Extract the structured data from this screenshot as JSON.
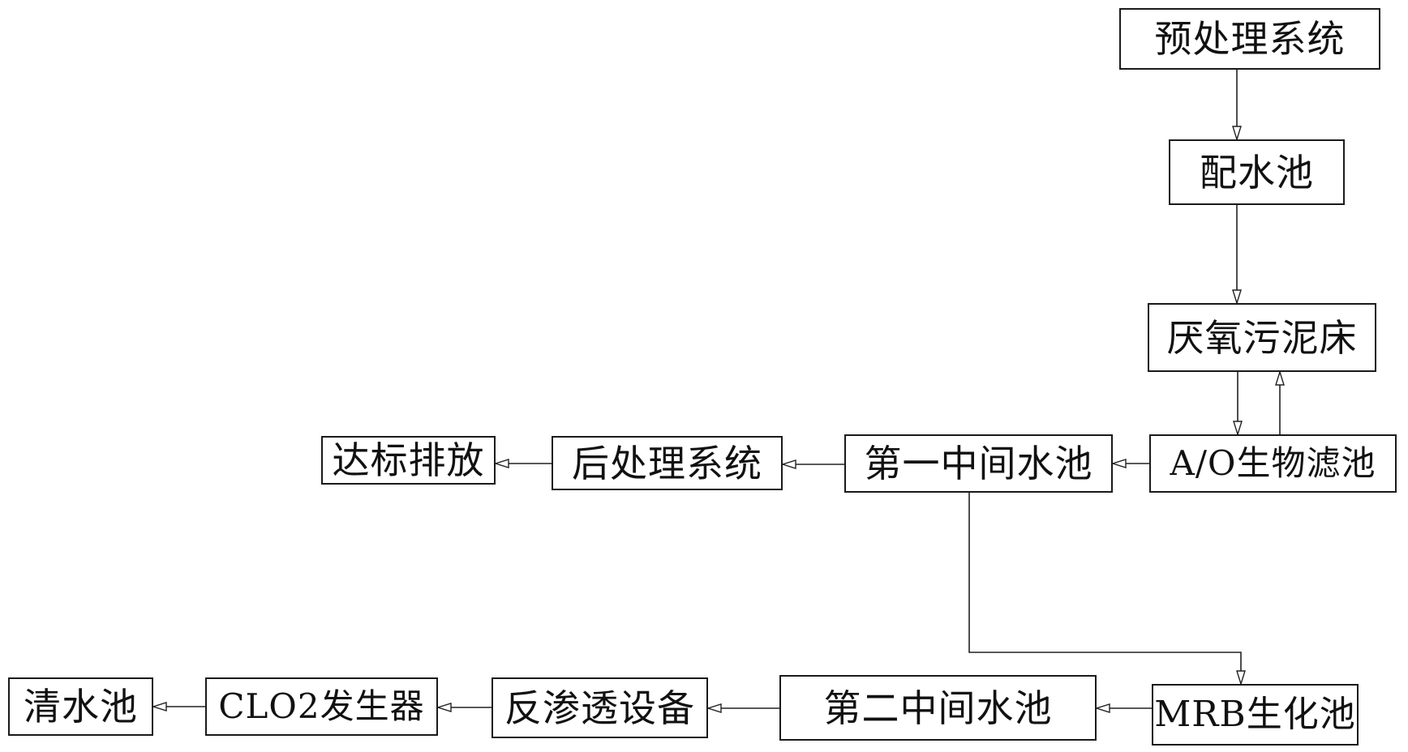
{
  "diagram": {
    "nodes": {
      "pretreatment": "预处理系统",
      "mixing_tank": "配水池",
      "anaerobic_bed": "厌氧污泥床",
      "ao_biofilter": "A/O生物滤池",
      "first_intermediate_tank": "第一中间水池",
      "post_treatment": "后处理系统",
      "discharge": "达标排放",
      "mrb_tank": "MRB生化池",
      "second_intermediate_tank": "第二中间水池",
      "reverse_osmosis": "反渗透设备",
      "clo2_generator": "CLO2发生器",
      "clean_water_tank": "清水池"
    },
    "line_color": "#222222",
    "box_border_color": "#1a1a1a"
  }
}
